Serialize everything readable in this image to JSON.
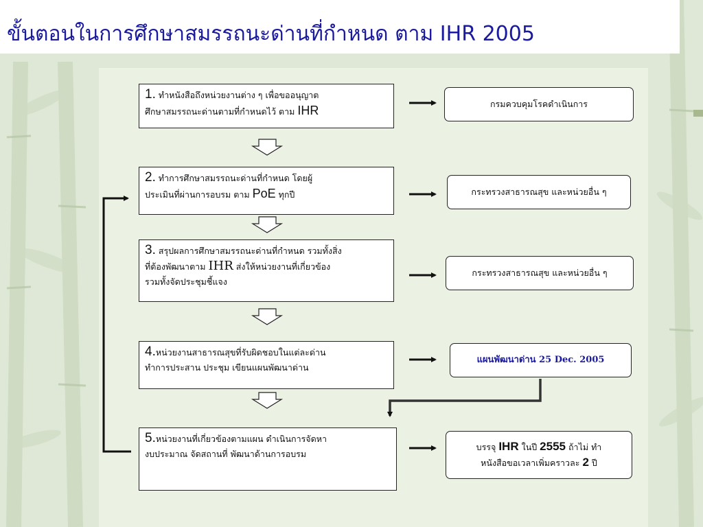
{
  "title": "ขั้นตอนในการศึกษาสมรรถนะด่านที่กำหนด ตาม IHR 2005",
  "steps": [
    {
      "num": "1.",
      "line1": "ทำหนังสือถึงหน่วยงานต่าง ๆ เพื่อขออนุญาต",
      "line2": "ศึกษาสมรรถนะด่านตามที่กำหนดไว้ ตาม",
      "tag": "IHR"
    },
    {
      "num": "2.",
      "line1": "ทำการศึกษาสมรรถนะด่านที่กำหนด โดยผู้",
      "line2a": "ประเมินที่ผ่านการอบรม ตาม",
      "tag": "PoE",
      "line2b": "ทุกปี"
    },
    {
      "num": "3.",
      "line1": "สรุปผลการศึกษาสมรรถนะด่านที่กำหนด รวมทั้งสิ่ง",
      "line2a": "ที่ต้องพัฒนาตาม",
      "tag": "IHR",
      "line2b": "ส่งให้หน่วยงานที่เกี่ยวข้อง",
      "line3": "รวมทั้งจัดประชุมชี้แจง"
    },
    {
      "num": "4.",
      "line1": "หน่วยงานสาธารณสุขที่รับผิดชอบในแต่ละด่าน",
      "line2": "ทำการประสาน ประชุม เขียนแผนพัฒนาด่าน"
    },
    {
      "num": "5.",
      "line1": "หน่วยงานที่เกี่ยวข้องตามแผน ดำเนินการจัดหา",
      "line2": "งบประมาณ จัดสถานที่ พัฒนาด้านการอบรม"
    }
  ],
  "results": [
    {
      "text": "กรมควบคุมโรคดำเนินการ"
    },
    {
      "text": "กระทรวงสาธารณสุข และหน่วยอื่น ๆ"
    },
    {
      "text": "กระทรวงสาธารณสุข และหน่วยอื่น ๆ"
    },
    {
      "text": "แผนพัฒนาด่าน 25 Dec. 2005"
    },
    {
      "pre": "บรรจุ",
      "tag": "IHR",
      "mid": "ในปี",
      "year": "2555",
      "post": "ถ้าไม่ ทำ",
      "line2": "หนังสือขอเวลาเพิ่มคราวละ",
      "count": "2",
      "unit": "ปี"
    }
  ],
  "colors": {
    "title": "#1a1a9e",
    "background": "#dfe8d6",
    "panel": "#ebf1e3",
    "line": "#222222"
  }
}
